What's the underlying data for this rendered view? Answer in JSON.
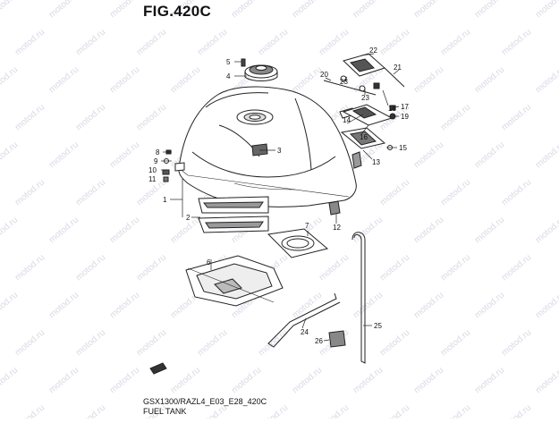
{
  "figure": {
    "title": "FIG.420C",
    "caption_model": "GSX1300/RAZL4_E03_E28_420C",
    "caption_name": "FUEL TANK"
  },
  "watermark": {
    "text": "motod.ru"
  },
  "callouts": [
    "1",
    "2",
    "3",
    "4",
    "5",
    "6",
    "7",
    "8",
    "9",
    "10",
    "11",
    "12",
    "13",
    "14",
    "15",
    "16",
    "17",
    "18",
    "19",
    "20",
    "21",
    "22",
    "23",
    "24",
    "25",
    "26"
  ]
}
